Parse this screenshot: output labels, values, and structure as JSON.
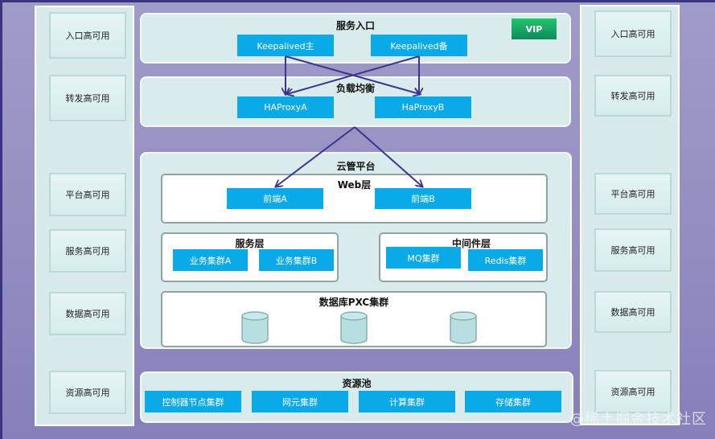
{
  "left_column": {
    "items": [
      "入口高可用",
      "转发高可用",
      "平台高可用",
      "服务高可用",
      "数据高可用",
      "资源高可用"
    ]
  },
  "right_column": {
    "items": [
      "入口高可用",
      "转发高可用",
      "平台高可用",
      "服务高可用",
      "数据高可用",
      "资源高可用"
    ]
  },
  "service_entry": {
    "title": "服务入口",
    "vip_label": "VIP",
    "nodes": [
      "Keepalived主",
      "Keepalived备"
    ]
  },
  "load_balance": {
    "title": "负载均衡",
    "nodes": [
      "HAProxyA",
      "HaProxyB"
    ]
  },
  "cloud_platform": {
    "title": "云管平台",
    "web_layer": {
      "title": "Web层",
      "nodes": [
        "前端A",
        "前端B"
      ]
    },
    "service_layer": {
      "title": "服务层",
      "nodes": [
        "业务集群A",
        "业务集群B"
      ]
    },
    "middleware_layer": {
      "title": "中间件层",
      "nodes": [
        "MQ集群",
        "Redis集群"
      ]
    },
    "database": {
      "title": "数据库PXC集群",
      "node_count": 3
    }
  },
  "resource_pool": {
    "title": "资源池",
    "nodes": [
      "控制器节点集群",
      "网元集群",
      "计算集群",
      "存储集群"
    ]
  },
  "colors": {
    "node_fill": "#0aa9e8",
    "panel_fill": "#d9ebec",
    "arrow": "#3b3490",
    "vip": "#18a866",
    "background": "#948fc2"
  },
  "watermark": "@稀土掘金技术社区"
}
